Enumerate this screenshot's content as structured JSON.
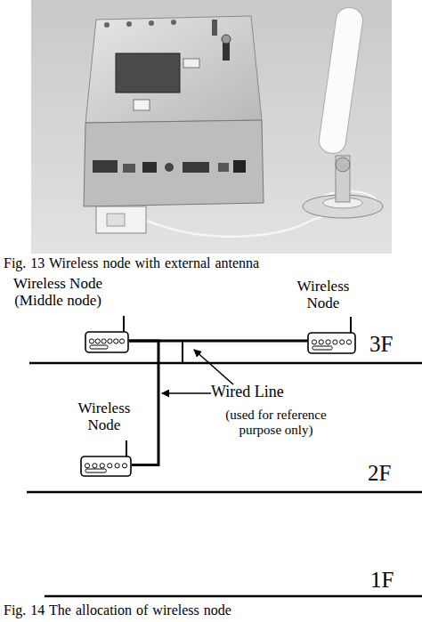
{
  "diagram": {
    "caption": "Fig. 14 The allocation of wireless node",
    "nodes": [
      {
        "text": [
          "Wireless Node (Middle node)"
        ]
      },
      {
        "text": [
          "Wireless Node"
        ]
      },
      {
        "text": [
          "Wireless Node"
        ]
      }
    ],
    "edges": [
      {
        "from": 0,
        "to": 1,
        "arrow": "none"
      },
      {
        "from": 0,
        "to": 2,
        "arrow": "none"
      }
    ],
    "labels": [
      "Fig. 13 Wireless node with external antenna",
      "Wired Line",
      "(used for reference purpose only)",
      "3F",
      "2F",
      "1F"
    ]
  }
}
